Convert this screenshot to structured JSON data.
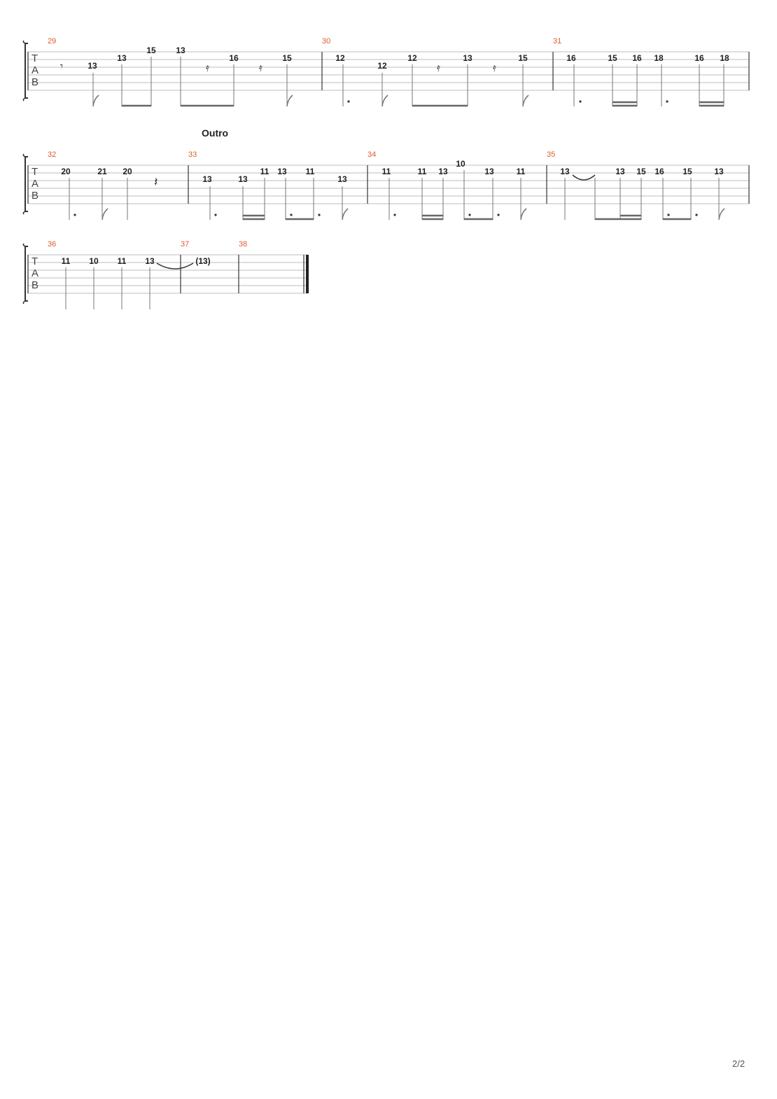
{
  "page": {
    "number_label": "2/2"
  },
  "colors": {
    "measure_number": "#e05a2b",
    "staff_line": "#bdbdbd",
    "barline": "#333333",
    "text": "#222222",
    "stem": "#777777"
  },
  "section": {
    "label": "Outro",
    "before_measure": 33
  },
  "clef_label": [
    "T",
    "A",
    "B"
  ],
  "systems": [
    {
      "measures": [
        {
          "number": "29",
          "notes": [
            {
              "fret": "13",
              "string": 3
            },
            {
              "fret": "13",
              "string": 2
            },
            {
              "fret": "15",
              "string": 1
            },
            {
              "fret": "13",
              "string": 1
            },
            {
              "fret": "16",
              "string": 2
            },
            {
              "fret": "15",
              "string": 2
            }
          ]
        },
        {
          "number": "30",
          "notes": [
            {
              "fret": "12",
              "string": 2
            },
            {
              "fret": "12",
              "string": 3
            },
            {
              "fret": "12",
              "string": 2
            },
            {
              "fret": "13",
              "string": 2
            },
            {
              "fret": "15",
              "string": 2
            }
          ]
        },
        {
          "number": "31",
          "notes": [
            {
              "fret": "16",
              "string": 2
            },
            {
              "fret": "15",
              "string": 2
            },
            {
              "fret": "16",
              "string": 2
            },
            {
              "fret": "18",
              "string": 2
            },
            {
              "fret": "16",
              "string": 2
            },
            {
              "fret": "18",
              "string": 2
            }
          ]
        }
      ]
    },
    {
      "measures": [
        {
          "number": "32",
          "notes": [
            {
              "fret": "20",
              "string": 2
            },
            {
              "fret": "21",
              "string": 2
            },
            {
              "fret": "20",
              "string": 2
            }
          ]
        },
        {
          "number": "33",
          "notes": [
            {
              "fret": "13",
              "string": 3
            },
            {
              "fret": "13",
              "string": 3
            },
            {
              "fret": "11",
              "string": 2
            },
            {
              "fret": "13",
              "string": 2
            },
            {
              "fret": "11",
              "string": 2
            },
            {
              "fret": "13",
              "string": 3
            }
          ]
        },
        {
          "number": "34",
          "notes": [
            {
              "fret": "11",
              "string": 2
            },
            {
              "fret": "11",
              "string": 2
            },
            {
              "fret": "13",
              "string": 2
            },
            {
              "fret": "10",
              "string": 1
            },
            {
              "fret": "13",
              "string": 2
            },
            {
              "fret": "11",
              "string": 2
            }
          ]
        },
        {
          "number": "35",
          "notes": [
            {
              "fret": "13",
              "string": 2
            },
            {
              "fret": "13",
              "string": 2
            },
            {
              "fret": "15",
              "string": 2
            },
            {
              "fret": "16",
              "string": 2
            },
            {
              "fret": "15",
              "string": 2
            },
            {
              "fret": "13",
              "string": 2
            }
          ]
        }
      ]
    },
    {
      "measures": [
        {
          "number": "36",
          "notes": [
            {
              "fret": "11",
              "string": 2
            },
            {
              "fret": "10",
              "string": 2
            },
            {
              "fret": "11",
              "string": 2
            },
            {
              "fret": "13",
              "string": 2
            }
          ]
        },
        {
          "number": "37",
          "notes": [
            {
              "fret": "(13)",
              "string": 2
            }
          ]
        },
        {
          "number": "38",
          "notes": []
        }
      ]
    }
  ]
}
